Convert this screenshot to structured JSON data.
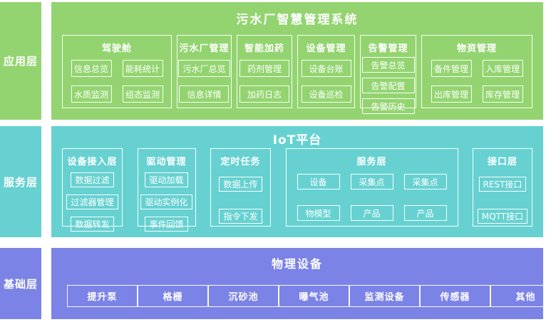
{
  "colors": {
    "app_layer_green": "#93d470",
    "service_layer_cyan": "#67d1d1",
    "base_layer_purple": "#7b83e7",
    "text": "#ffffff"
  },
  "sidebar": {
    "app_label": "应用层",
    "service_label": "服务层",
    "base_label": "基础层"
  },
  "app_layer": {
    "title": "污水厂智慧管理系统",
    "groups": [
      {
        "title": "驾驶舱",
        "items": [
          "信息总览",
          "能耗统计",
          "水质监测",
          "组态监测"
        ]
      },
      {
        "title": "污水厂管理",
        "items": [
          "污水厂总览",
          "信息详情"
        ]
      },
      {
        "title": "智能加药",
        "items": [
          "药剂管理",
          "加药日志"
        ]
      },
      {
        "title": "设备管理",
        "items": [
          "设备台账",
          "设备巡检"
        ]
      },
      {
        "title": "告警管理",
        "items": [
          "告警总览",
          "告警配置",
          "告警历史"
        ]
      },
      {
        "title": "物资管理",
        "items": [
          "备件管理",
          "入库管理",
          "出库管理",
          "库存管理"
        ]
      }
    ]
  },
  "service_layer": {
    "title": "IoT平台",
    "groups": [
      {
        "title": "设备接入层",
        "items": [
          "数据过滤",
          "过滤器管理",
          "数据转发"
        ]
      },
      {
        "title": "驱动管理",
        "items": [
          "驱动加载",
          "驱动实例化",
          "事件回馈"
        ]
      },
      {
        "title": "定时任务",
        "items": [
          "数据上传",
          "指令下发"
        ]
      },
      {
        "title": "服务层",
        "items": [
          "设备",
          "采集点",
          "采集点",
          "物模型",
          "产品",
          "产品"
        ]
      },
      {
        "title": "接口层",
        "items": [
          "REST接口",
          "MQTT接口"
        ]
      }
    ]
  },
  "base_layer": {
    "title": "物理设备",
    "items": [
      "提升泵",
      "格栅",
      "沉砂池",
      "曝气池",
      "监测设备",
      "传感器",
      "其他"
    ]
  }
}
